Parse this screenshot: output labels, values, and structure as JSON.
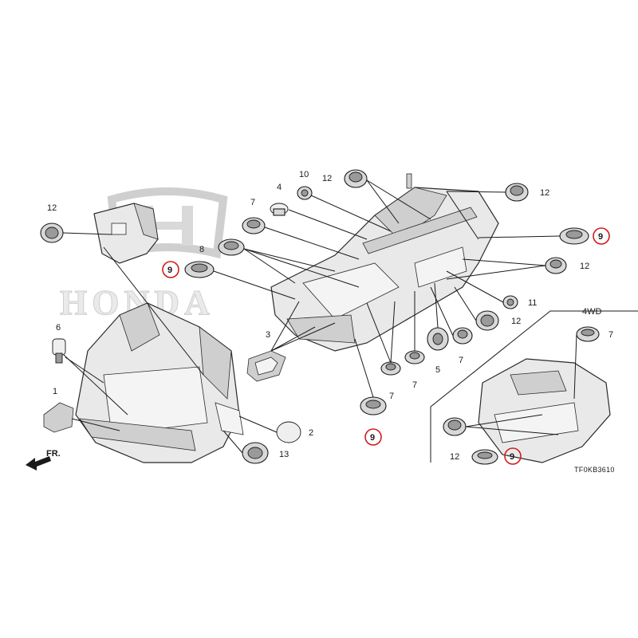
{
  "diagram": {
    "brand_watermark": "HONDA",
    "diagram_code": "TF0KB3610",
    "variant_label": "4WD",
    "direction_label": "FR.",
    "highlight_color": "#d01c1c",
    "callouts": [
      {
        "id": "c12-left",
        "text": "12",
        "highlighted": false
      },
      {
        "id": "c9-left",
        "text": "9",
        "highlighted": true
      },
      {
        "id": "c6",
        "text": "6",
        "highlighted": false
      },
      {
        "id": "c1",
        "text": "1",
        "highlighted": false
      },
      {
        "id": "c10",
        "text": "10",
        "highlighted": false
      },
      {
        "id": "c12-top",
        "text": "12",
        "highlighted": false
      },
      {
        "id": "c4",
        "text": "4",
        "highlighted": false
      },
      {
        "id": "c7-top",
        "text": "7",
        "highlighted": false
      },
      {
        "id": "c8",
        "text": "8",
        "highlighted": false
      },
      {
        "id": "c12-right1",
        "text": "12",
        "highlighted": false
      },
      {
        "id": "c9-right",
        "text": "9",
        "highlighted": true
      },
      {
        "id": "c12-right2",
        "text": "12",
        "highlighted": false
      },
      {
        "id": "c11",
        "text": "11",
        "highlighted": false
      },
      {
        "id": "c12-right3",
        "text": "12",
        "highlighted": false
      },
      {
        "id": "c3",
        "text": "3",
        "highlighted": false
      },
      {
        "id": "c7-mid1",
        "text": "7",
        "highlighted": false
      },
      {
        "id": "c7-mid2",
        "text": "7",
        "highlighted": false
      },
      {
        "id": "c5",
        "text": "5",
        "highlighted": false
      },
      {
        "id": "c7-mid3",
        "text": "7",
        "highlighted": false
      },
      {
        "id": "c2",
        "text": "2",
        "highlighted": false
      },
      {
        "id": "c13",
        "text": "13",
        "highlighted": false
      },
      {
        "id": "c9-bottom",
        "text": "9",
        "highlighted": true
      },
      {
        "id": "c7-4wd",
        "text": "7",
        "highlighted": false
      },
      {
        "id": "c12-4wd",
        "text": "12",
        "highlighted": false
      },
      {
        "id": "c9-4wd",
        "text": "9",
        "highlighted": true
      }
    ]
  }
}
